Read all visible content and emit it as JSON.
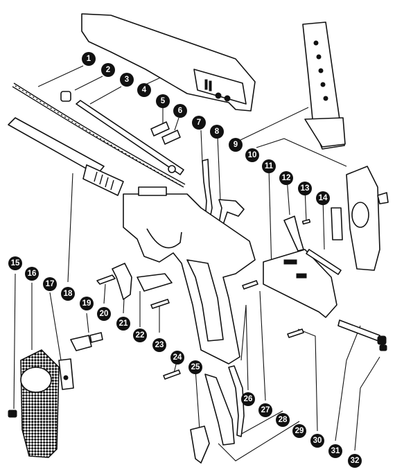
{
  "callouts": [
    "1",
    "2",
    "3",
    "4",
    "5",
    "6",
    "7",
    "8",
    "9",
    "10",
    "11",
    "12",
    "13",
    "14",
    "15",
    "16",
    "17",
    "18",
    "19",
    "20",
    "21",
    "22",
    "23",
    "24",
    "25",
    "26",
    "27",
    "28",
    "29",
    "30",
    "31",
    "32"
  ],
  "icons": {
    "slide": "pistol-slide",
    "magazine": "magazine",
    "frame": "pistol-frame",
    "spring": "coil-spring",
    "grip": "grip-panel"
  }
}
